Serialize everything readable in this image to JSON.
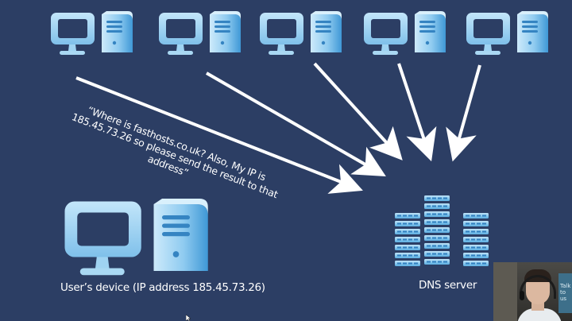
{
  "diagram": {
    "quote_lines": [
      "“Where is fasthosts.co.uk? Also, My IP is",
      "185.45.73.26 so please send the result to that",
      "address”"
    ],
    "user_device_label": "User’s device (IP address 185.45.73.26)",
    "dns_server_label": "DNS server",
    "computers_top_row": 5,
    "colors": {
      "background": "#2c3e64",
      "icon_light": "#a9d8f3",
      "icon_dark": "#2f8fd0",
      "arrow": "#ffffff"
    }
  },
  "webcam": {
    "poster_text": "Talk to us"
  }
}
